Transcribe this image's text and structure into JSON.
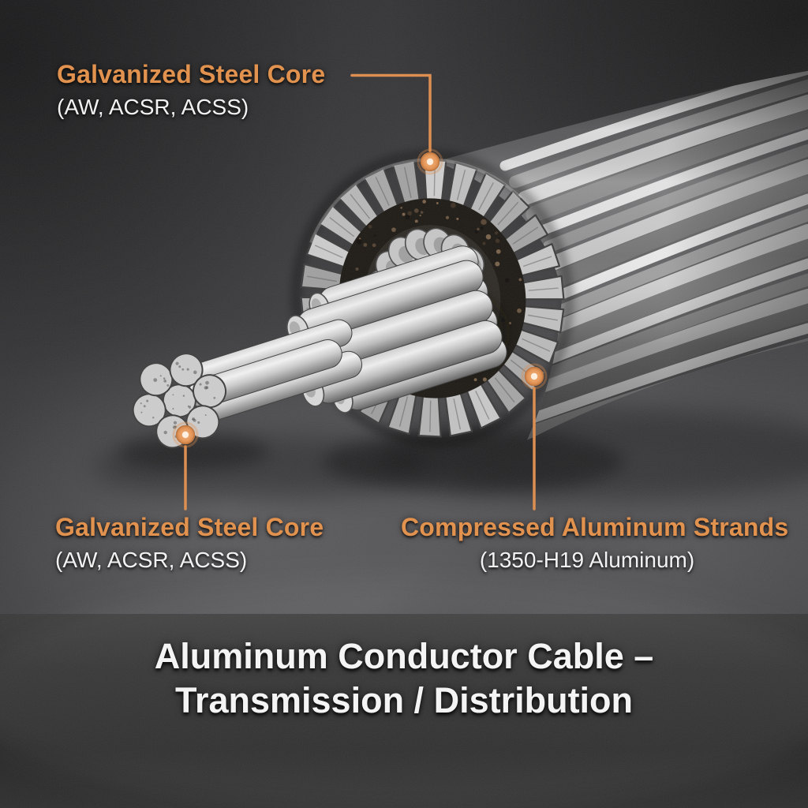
{
  "annotations": {
    "top_core": {
      "title": "Galvanized Steel Core",
      "subtitle": "(AW, ACSR, ACSS)"
    },
    "bottom_core": {
      "title": "Galvanized Steel Core",
      "subtitle": "(AW, ACSR, ACSS)"
    },
    "aluminum": {
      "title": "Compressed Aluminum Strands",
      "subtitle": "(1350-H19 Aluminum)"
    }
  },
  "banner": {
    "line1": "Aluminum Conductor Cable –",
    "line2": "Transmission / Distribution"
  },
  "colors": {
    "accent": "#E2924F",
    "accent_line": "#DD8F52",
    "marker_fill": "#E5985C",
    "marker_center": "#FFEFE0",
    "label_text": "#F2F2F2",
    "banner_text": "#F4F4F4",
    "banner_bg": "#2B2B2B"
  }
}
